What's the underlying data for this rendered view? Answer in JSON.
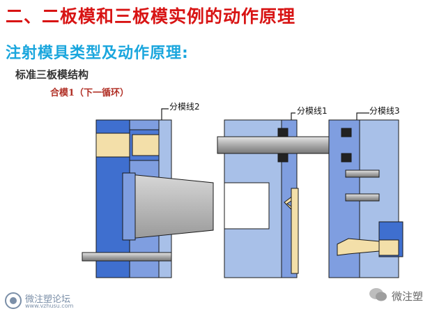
{
  "title": "二、二板模和三板模实例的动作原理",
  "subtitle": "注射模具类型及动作原理:",
  "structure_label": "标准三板模结构",
  "step_label": "合模1（下一循环）",
  "labels": {
    "parting_line_2": "分模线2",
    "parting_line_1": "分模线1",
    "parting_line_3": "分模线3"
  },
  "watermark_left": {
    "name": "微注塑论坛",
    "url": "www.vzhusu.com"
  },
  "watermark_right": {
    "name": "微注塑"
  },
  "colors": {
    "title": "#d81414",
    "subtitle": "#1aa6dd",
    "plate_dark": "#3f6fcf",
    "plate_light": "#a8c0e8",
    "plate_mid": "#7f9ee0",
    "insert": "#f3dfa9",
    "core": "#c8c8c8",
    "outline": "#1a1a1a"
  }
}
